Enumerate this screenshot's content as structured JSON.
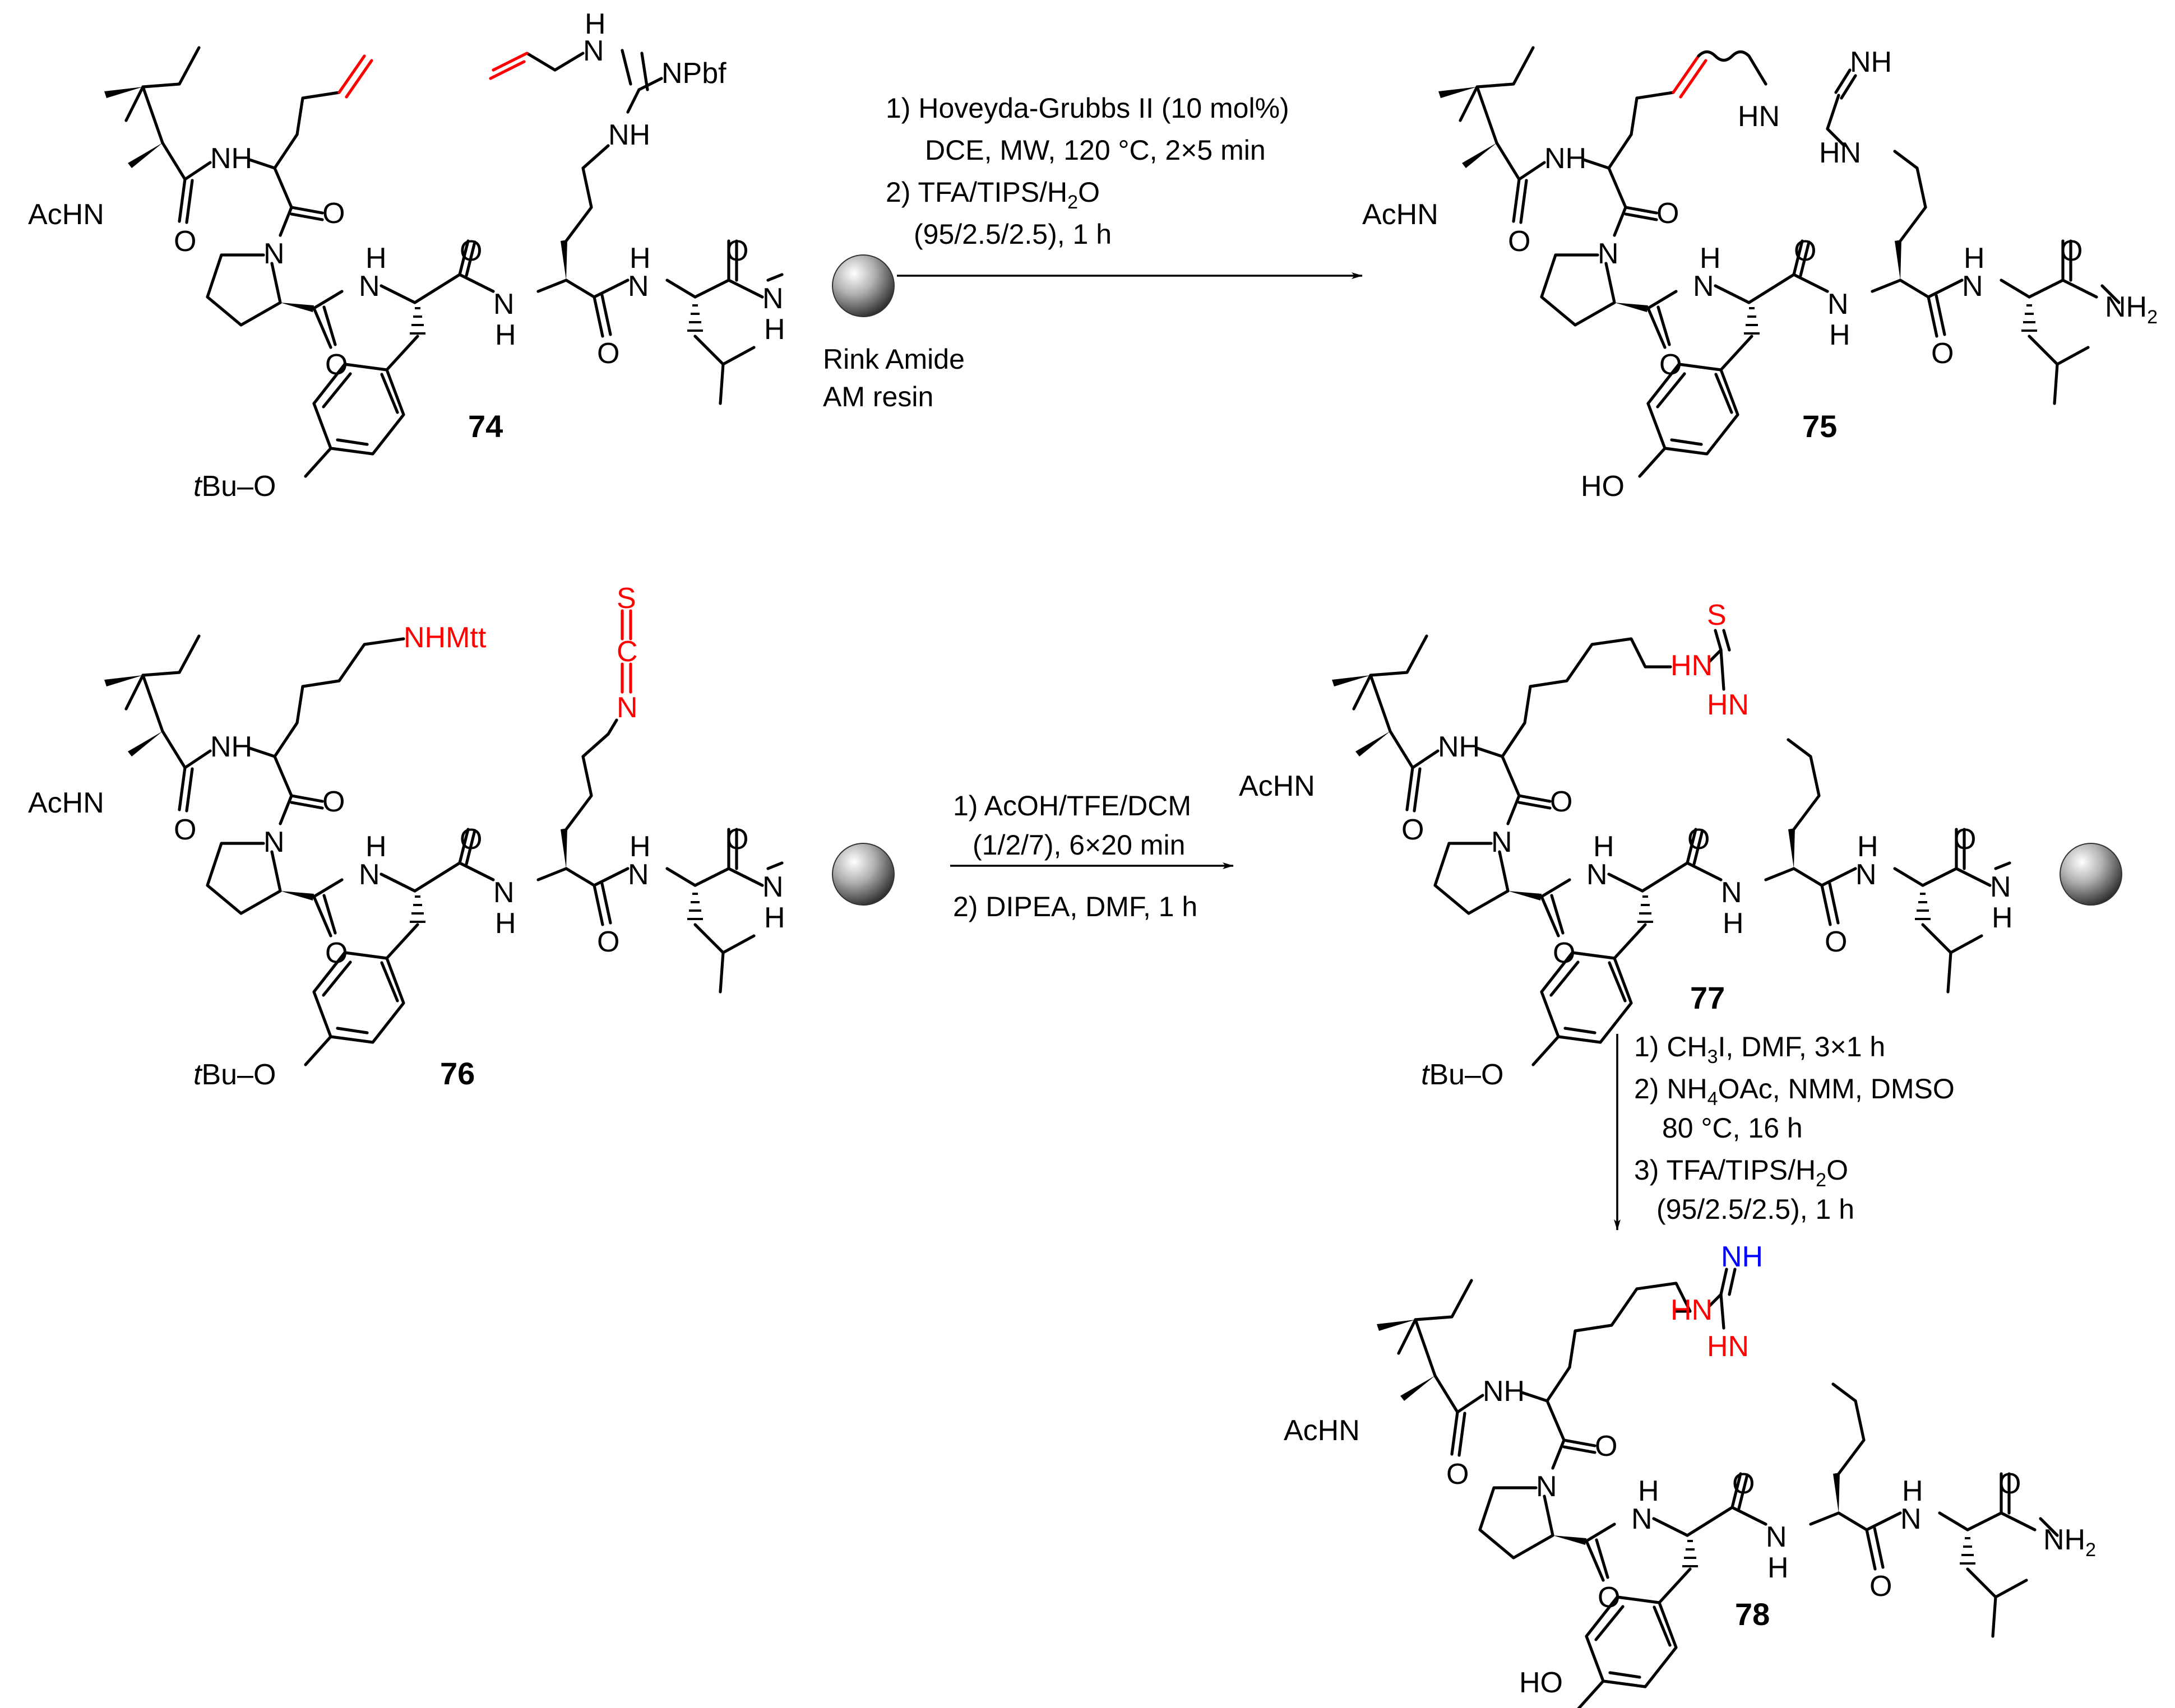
{
  "scheme": {
    "compounds": {
      "c74": {
        "id": "74"
      },
      "c75": {
        "id": "75"
      },
      "c76": {
        "id": "76"
      },
      "c77": {
        "id": "77"
      },
      "c78": {
        "id": "78"
      }
    },
    "labels": {
      "achn": "AcHN",
      "tbuo_t": "t",
      "tbuo_rest": "Bu–O",
      "ho": "HO",
      "nh": "NH",
      "hn": "HN",
      "n": "N",
      "h": "H",
      "o": "O",
      "s": "S",
      "c": "C",
      "npbf": "NPbf",
      "nhmtt": "NHMtt",
      "nh2_main": "NH",
      "nh2_sub": "2"
    },
    "reaction1": {
      "step1_line1": "1) Hoveyda-Grubbs II (10 mol%)",
      "step1_line2": "DCE, MW, 120 °C, 2×5 min",
      "step2_line1_a": "2) TFA/TIPS/H",
      "step2_line1_sub": "2",
      "step2_line1_b": "O",
      "step2_line2": "(95/2.5/2.5), 1 h",
      "resin_line1": "Rink Amide",
      "resin_line2": "AM resin"
    },
    "reaction2": {
      "step1_line1": "1) AcOH/TFE/DCM",
      "step1_line2": "(1/2/7), 6×20 min",
      "step2_line1": "2) DIPEA, DMF,  1 h"
    },
    "reaction3": {
      "step1_a": "1) CH",
      "step1_sub": "3",
      "step1_b": "I, DMF,  3×1 h",
      "step2_a": "2) NH",
      "step2_sub": "4",
      "step2_b": "OAc, NMM, DMSO",
      "step2_line2": "80 °C, 16 h",
      "step3_a": "3) TFA/TIPS/H",
      "step3_sub": "2",
      "step3_b": "O",
      "step3_line2": "(95/2.5/2.5), 1 h"
    }
  }
}
